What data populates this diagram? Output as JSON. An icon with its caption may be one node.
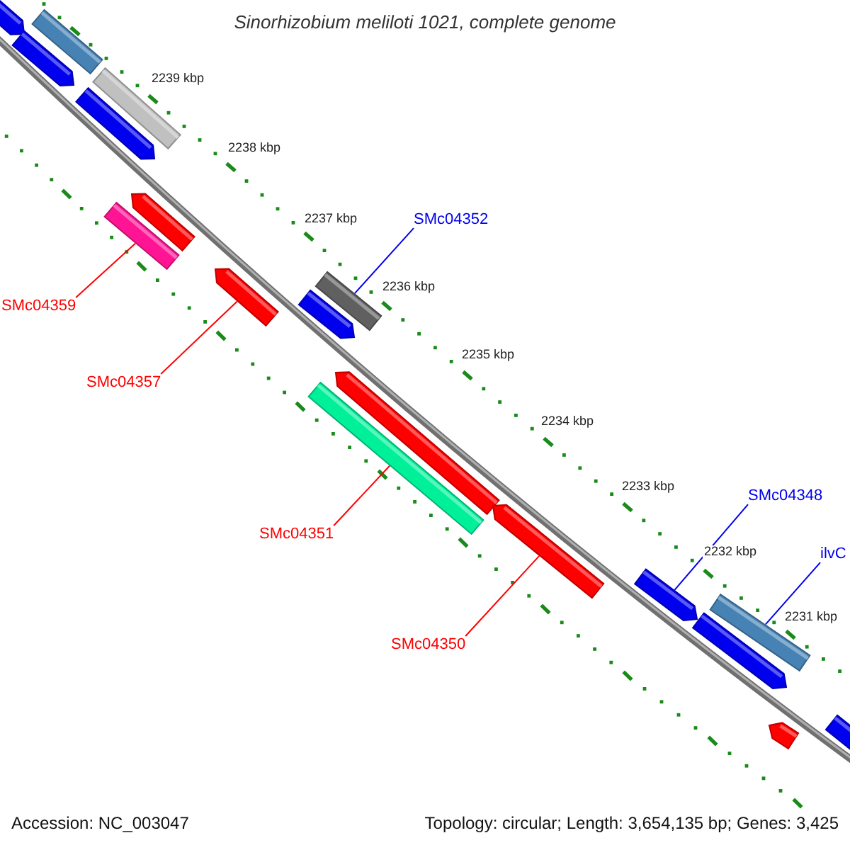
{
  "diagram": {
    "title": "Sinorhizobium meliloti 1021, complete genome",
    "nodes": [
      {
        "text": [],
        "shape": "arrow"
      },
      {
        "text": [],
        "shape": "bar"
      },
      {
        "text": [],
        "shape": "arrow"
      },
      {
        "text": [],
        "shape": "bar"
      },
      {
        "text": [],
        "shape": "arrow"
      },
      {
        "text": [],
        "shape": "arrow"
      },
      {
        "text": [],
        "shape": "bar"
      },
      {
        "text": [],
        "shape": "arrow"
      },
      {
        "text": [],
        "shape": "bar"
      },
      {
        "text": [],
        "shape": "arrow"
      },
      {
        "text": [],
        "shape": "arrow"
      },
      {
        "text": [],
        "shape": "bar"
      },
      {
        "text": [],
        "shape": "arrow"
      },
      {
        "text": [],
        "shape": "arrow"
      },
      {
        "text": [],
        "shape": "arrow"
      },
      {
        "text": [],
        "shape": "bar"
      },
      {
        "text": [],
        "shape": "arrow"
      },
      {
        "text": [],
        "shape": "arrow"
      },
      {
        "text": [
          "SMc04352"
        ]
      },
      {
        "text": [
          "SMc04359"
        ]
      },
      {
        "text": [
          "SMc04357"
        ]
      },
      {
        "text": [
          "SMc04351"
        ]
      },
      {
        "text": [
          "SMc04350"
        ]
      },
      {
        "text": [
          "SMc04348"
        ]
      },
      {
        "text": [
          "ilvC"
        ]
      }
    ],
    "edges": [
      {
        "from": 18,
        "to": 8,
        "arrow": "none",
        "color": "#0000ee"
      },
      {
        "from": 19,
        "to": 6,
        "arrow": "none"
      },
      {
        "from": 20,
        "to": 7,
        "arrow": "none"
      },
      {
        "from": 21,
        "to": 11,
        "arrow": "none"
      },
      {
        "from": 22,
        "to": 12,
        "arrow": "none"
      },
      {
        "from": 23,
        "to": 13,
        "arrow": "none",
        "color": "#0000ee"
      },
      {
        "from": 24,
        "to": 15,
        "arrow": "none",
        "color": "#0000ee"
      }
    ],
    "labels": [
      "2239 kbp",
      "2238 kbp",
      "2237 kbp",
      "2236 kbp",
      "2235 kbp",
      "2234 kbp",
      "2233 kbp",
      "2232 kbp",
      "2231 kbp",
      "Accession: NC_003047",
      "Topology: circular; Length: 3,654,135 bp; Genes: 3,425"
    ]
  }
}
